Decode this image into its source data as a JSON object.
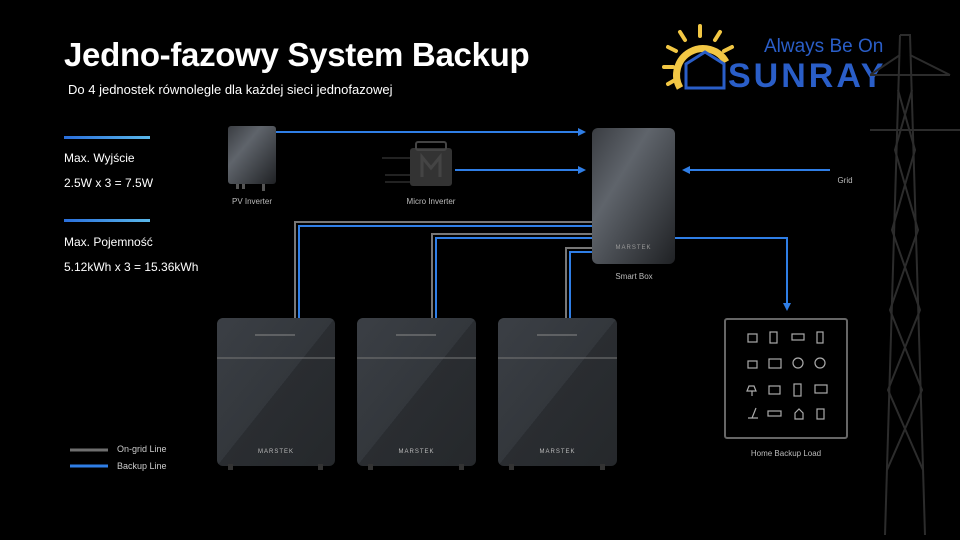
{
  "title": "Jedno-fazowy System Backup",
  "subtitle": "Do 4 jednostek równolegle dla każdej sieci jednofazowej",
  "specs": [
    {
      "label": "Max. Wyjście",
      "value": "2.5W x 3 = 7.5W"
    },
    {
      "label": "Max. Pojemność",
      "value": "5.12kWh x 3 = 15.36kWh"
    }
  ],
  "logo": {
    "tagline": "Always Be On",
    "brand": "SUNRAY"
  },
  "devices": {
    "pv_inverter": "PV Inverter",
    "micro_inverter": "Micro Inverter",
    "smart_box": "Smart Box",
    "grid": "Grid",
    "home_load": "Home Backup Load",
    "brand_mark": "MARSTEK"
  },
  "legend": [
    {
      "label": "On-grid Line",
      "color": "#6e6e6e"
    },
    {
      "label": "Backup Line",
      "color": "#2f7ee6"
    }
  ],
  "colors": {
    "accent": "#2f7ee6",
    "sun": "#f2c744",
    "brand": "#2a5ec8"
  }
}
